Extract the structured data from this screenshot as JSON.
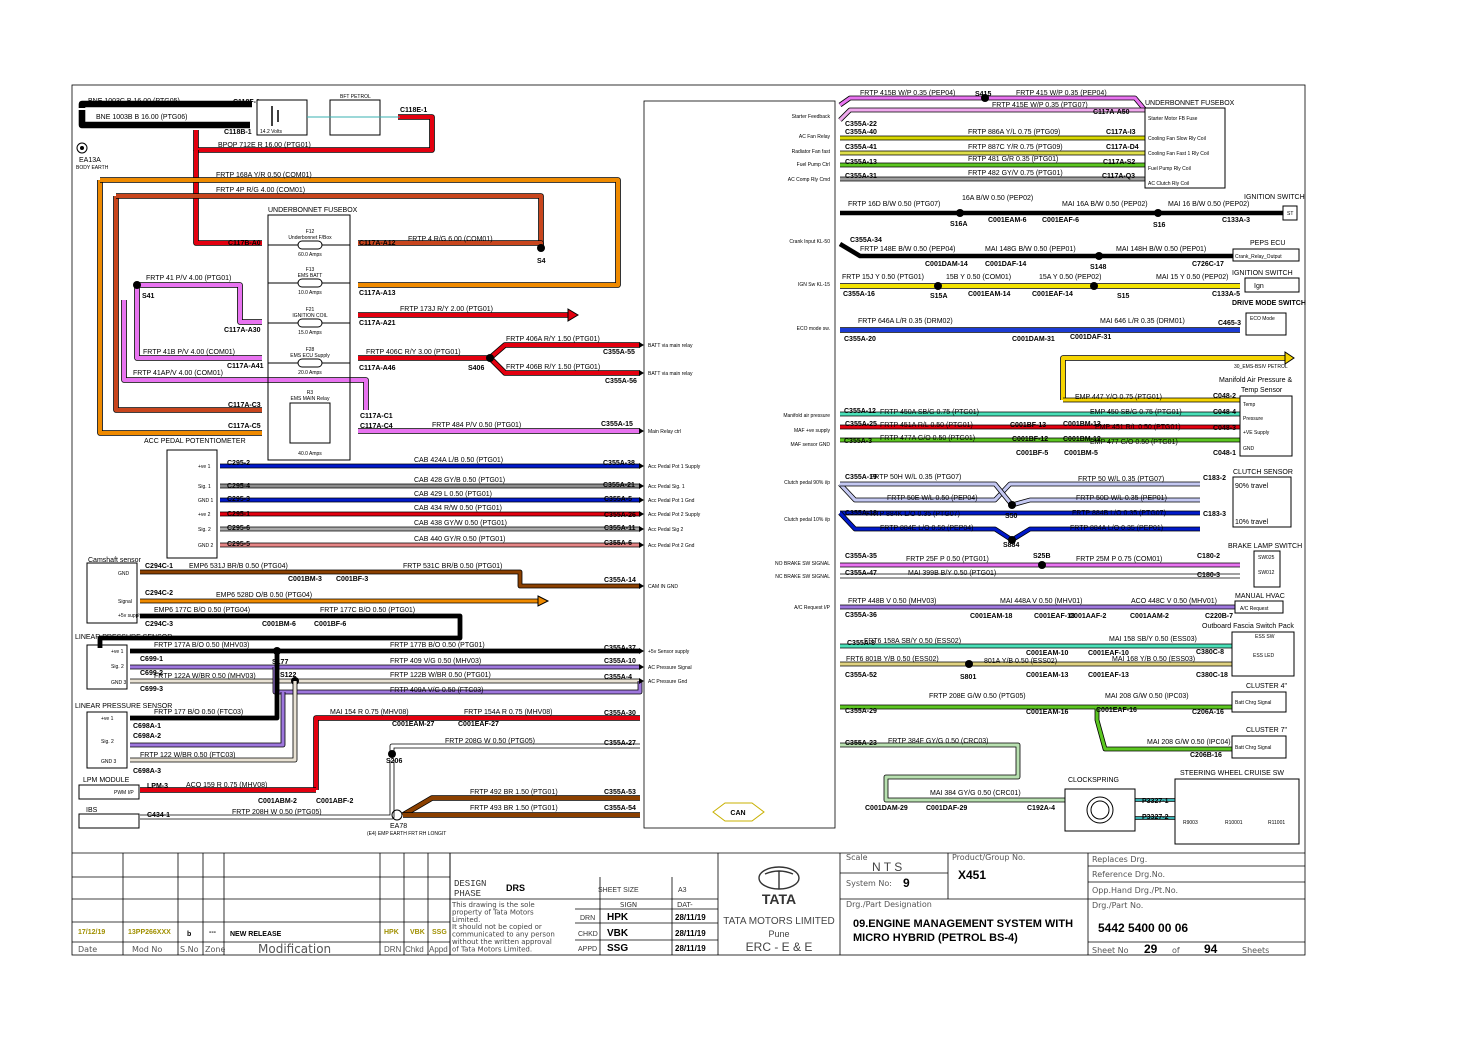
{
  "colors": {
    "red": "#e3000f",
    "black": "#000000",
    "orange": "#ef8a00",
    "yellow": "#f2e200",
    "pink": "#e873f0",
    "green": "#5cc621",
    "blue": "#0019c9",
    "brown": "#8b4000",
    "purple": "#9e77dd",
    "teal": "#49e0b8",
    "white_wire": "#ffffff",
    "grey": "#999999"
  },
  "components": {
    "ea13a": "EA13A",
    "body_earth": "BODY EARTH",
    "battery_volts": "14.2 Volts",
    "bft_petrol": "BFT PETROL",
    "ub_fusebox_left": "UNDERBONNET FUSEBOX",
    "fuses": [
      {
        "id": "F12",
        "desc": "Underbonnet F/Box",
        "amps": "60.0 Amps"
      },
      {
        "id": "F13",
        "desc": "EMS BATT",
        "amps": "10.0 Amps"
      },
      {
        "id": "F21",
        "desc": "IGNITION COIL",
        "amps": "15.0 Amps"
      },
      {
        "id": "F28",
        "desc": "EMS ECU Supply",
        "amps": "20.0 Amps"
      }
    ],
    "relay_r3": "R3",
    "relay_r3_desc": "EMS MAIN Relay",
    "relay_r3_amps": "40.0 Amps",
    "acc_pedal": "ACC PEDAL POTENTIOMETER",
    "acc_pins": [
      "+ve 1",
      "Sig. 1",
      "GND 1",
      "+ve 2",
      "Sig. 2",
      "GND 2"
    ],
    "camshaft": "Camshaft sensor",
    "cam_pins": [
      "GND",
      "Signal",
      "+5v supply"
    ],
    "lin_press_1": "LINEAR PRESSURE SENSOR",
    "lin_press_1_pins": [
      "+ve 1",
      "Sig. 2",
      "GND 3"
    ],
    "lin_press_2": "LINEAR PRESSURE SENSOR",
    "lin_press_2_pins": [
      "+ve 1",
      "Sig. 2",
      "GND 3"
    ],
    "lpm": "LPM MODULE",
    "lpm_pin": "PWM I/P",
    "ibs": "IBS",
    "ea78": "EA78",
    "ea78_desc": "(E4) EMP EARTH FRT RH LONGIT",
    "can": "CAN",
    "ub_fusebox_right": "UNDERBONNET FUSEBOX",
    "ub_right_pins": [
      "Starter Motor FB Fuse",
      "Cooling Fan Slow Rly Coil",
      "Cooling Fan Fast 1 Rly Coil",
      "Fuel Pump Rly Coil",
      "AC Clutch Rly Coil"
    ],
    "ign_switch_1": "IGNITION SWITCH",
    "ign_st": "ST",
    "peps": "PEPS ECU",
    "peps_pin": "Crank_Relay_Output",
    "ign_switch_2": "IGNITION SWITCH",
    "ign_pin": "Ign",
    "drive_mode": "DRIVE MODE SWITCH",
    "eco_mode": "ECO Mode",
    "map_sensor": "Manifold Air Pressure & Temp Sensor",
    "map_pins": [
      "Temp",
      "Pressure",
      "+VE Supply",
      "GND"
    ],
    "clutch_sensor": "CLUTCH SENSOR",
    "clutch_90": "90% travel",
    "clutch_10": "10% travel",
    "brake_switch": "BRAKE LAMP SWITCH",
    "brake_sw1": "SW025",
    "brake_sw2": "SW012",
    "hvac": "MANUAL HVAC",
    "hvac_pin": "A/C Request",
    "fascia": "Outboard Fascia Switch Pack",
    "fascia_pin1": "ESS SW",
    "fascia_pin2": "ESS LED",
    "cluster_1": "CLUSTER 4\"",
    "cluster_1_pin": "Batt Chrg Signal",
    "cluster_2": "CLUSTER 7\"",
    "cluster_2_pin": "Batt Chrg Signal",
    "clockspring": "CLOCKSPRING",
    "steering_sw": "STEERING WHEEL CRUISE SW",
    "steering_res": [
      "R9003",
      "R10001",
      "R11001"
    ]
  },
  "ecu_left_pins": [
    "BATT via main relay",
    "BATT via main relay",
    "Main Relay ctrl",
    "Acc Pedal Pot 1 Supply",
    "Acc Pedal Sig. 1",
    "Acc Pedal Pot 1 Gnd",
    "Acc Pedal Pot 2 Supply",
    "Acc Pedal Sig 2",
    "Acc Pedal Pot 2 Gnd",
    "CAM IN GND",
    "+5v Sensor supply",
    "AC Pressure Signal",
    "AC Pressure Gnd"
  ],
  "ecu_right_pins": [
    "Starter Feedback",
    "AC Fan Relay",
    "Radiator Fan fast",
    "Fuel Pump Ctrl",
    "AC Comp Rly Cmd",
    "Crank Input KL-50",
    "IGN Sw KL-15",
    "ECO mode sw.",
    "Manifold air pressure",
    "MAF +ve supply",
    "MAF sensor GND",
    "Clutch pedal 90% i/p",
    "Clutch pedal 10% i/p",
    "NO BRAKE SW SIGNAL",
    "NC BRAKE SW SIGNAL",
    "A/C Request I/P"
  ],
  "wires": [
    {
      "t": "BNE  1003C  B  16.00  (PTG05)"
    },
    {
      "t": "BNE  1003B  B  16.00  (PTG06)"
    },
    {
      "t": "BPOP  712E  R  16.00  (PTG01)"
    },
    {
      "t": "FRTP  168A  Y/R  0.50  (COM01)"
    },
    {
      "t": "FRTP  4P  R/G  4.00  (COM01)"
    },
    {
      "t": "FRTP  4  R/G  6.00  (COM01)"
    },
    {
      "t": "FRTP  41  P/V  4.00  (PTG01)"
    },
    {
      "t": "FRTP  173J  R/Y  2.00  (PTG01)"
    },
    {
      "t": "FRTP  41B  P/V  4.00  (COM01)"
    },
    {
      "t": "FRTP  41AP/V  4.00  (COM01)"
    },
    {
      "t": "FRTP  406C  R/Y  3.00  (PTG01)"
    },
    {
      "t": "FRTP  406A  R/Y  1.50  (PTG01)"
    },
    {
      "t": "FRTP  406B  R/Y  1.50  (PTG01)"
    },
    {
      "t": "FRTP  484  P/V  0.50  (PTG01)"
    },
    {
      "t": "CAB  424A  L/B  0.50  (PTG01)"
    },
    {
      "t": "CAB  428  GY/B  0.50  (PTG01)"
    },
    {
      "t": "CAB  429  L  0.50  (PTG01)"
    },
    {
      "t": "CAB  434  R/W  0.50  (PTG01)"
    },
    {
      "t": "CAB  438  GY/W  0.50  (PTG01)"
    },
    {
      "t": "CAB  440  GY/R  0.50  (PTG01)"
    },
    {
      "t": "EMP6  531J  BR/B  0.50  (PTG04)"
    },
    {
      "t": "FRTP  531C  BR/B  0.50  (PTG01)"
    },
    {
      "t": "EMP6  528D  O/B  0.50  (PTG04)"
    },
    {
      "t": "EMP6  177C  B/O  0.50  (PTG04)"
    },
    {
      "t": "FRTP  177C  B/O  0.50  (PTG01)"
    },
    {
      "t": "FRTP  177A  B/O  0.50  (MHV03)"
    },
    {
      "t": "FRTP  177B  B/O  0.50  (PTG01)"
    },
    {
      "t": "FRTP  409  V/G  0.50  (MHV03)"
    },
    {
      "t": "FRTP  122A  W/BR  0.50  (MHV03)"
    },
    {
      "t": "FRTP  122B  W/BR  0.50  (PTG01)"
    },
    {
      "t": "FRTP  409A  V/G  0.50  (FTC03)"
    },
    {
      "t": "FRTP  177  B/O  0.50  (FTC03)"
    },
    {
      "t": "MAI  154  R  0.75  (MHV08)"
    },
    {
      "t": "FRTP  154A  R  0.75  (MHV08)"
    },
    {
      "t": "FRTP  122  W/BR  0.50  (FTC03)"
    },
    {
      "t": "FRTP  208G  W  0.50  (PTG05)"
    },
    {
      "t": "ACO  159  R  0.75  (MHV08)"
    },
    {
      "t": "FRTP  208H  W  0.50  (PTG05)"
    },
    {
      "t": "FRTP  492  BR  1.50  (PTG01)"
    },
    {
      "t": "FRTP  493  BR  1.50  (PTG01)"
    },
    {
      "t": "FRTP  415B  W/P  0.35  (PEP04)"
    },
    {
      "t": "FRTP  415  W/P  0.35  (PEP04)"
    },
    {
      "t": "FRTP  415E  W/P  0.35  (PTG07)"
    },
    {
      "t": "FRTP  886A  Y/L  0.75  (PTG09)"
    },
    {
      "t": "FRTP  887C  Y/R  0.75  (PTG09)"
    },
    {
      "t": "FRTP  481  G/R  0.35  (PTG01)"
    },
    {
      "t": "FRTP  482  GY/V  0.75  (PTG01)"
    },
    {
      "t": "FRTP  16D  B/W  0.50  (PTG07)"
    },
    {
      "t": "16A  B/W  0.50  (PEP02)"
    },
    {
      "t": "MAI  16A  B/W  0.50  (PEP02)"
    },
    {
      "t": "MAI  16  B/W  0.50  (PEP02)"
    },
    {
      "t": "FRTP  148E  B/W  0.50  (PEP04)"
    },
    {
      "t": "MAI  148G  B/W  0.50  (PEP01)"
    },
    {
      "t": "MAI  148H  B/W  0.50  (PEP01)"
    },
    {
      "t": "FRTP  15J  Y  0.50  (PTG01)"
    },
    {
      "t": "15B  Y  0.50  (COM01)"
    },
    {
      "t": "15A  Y  0.50  (PEP02)"
    },
    {
      "t": "MAI  15  Y  0.50  (PEP02)"
    },
    {
      "t": "FRTP  646A  L/R  0.35  (DRM02)"
    },
    {
      "t": "MAI  646  L/R  0.35  (DRM01)"
    },
    {
      "t": "EMP  447  Y/O  0.75  (PTG01)"
    },
    {
      "t": "FRTP  450A  SB/G  0.75  (PTG01)"
    },
    {
      "t": "EMP  450  SB/G  0.75  (PTG01)"
    },
    {
      "t": "FRTP  451A  R/L  0.50  (PTG01)"
    },
    {
      "t": "EMP  451  R/L  0.50  (PTG01)"
    },
    {
      "t": "FRTP  477A  G/O  0.50  (PTG01)"
    },
    {
      "t": "EMP  477  G/O  0.50  (PTG01)"
    },
    {
      "t": "FRTP  50H  W/L  0.35  (PTG07)"
    },
    {
      "t": "FRTP  50  W/L  0.35  (PTG07)"
    },
    {
      "t": "FRTP  50E  W/L  0.50  (PEP04)"
    },
    {
      "t": "FRTP  50D  W/L  0.35  (PEP01)"
    },
    {
      "t": "FRTP  884K  L/O  0.35  (PTG07)"
    },
    {
      "t": "FRTP  884B  L/O  0.35  (PTG07)"
    },
    {
      "t": "FRTP  884E  L/O  0.50  (PEP04)"
    },
    {
      "t": "FRTP  884A  L/O  0.35  (PEP01)"
    },
    {
      "t": "FRTP  25F  P  0.50  (PTG01)"
    },
    {
      "t": "FRTP  25M  P  0.75  (COM01)"
    },
    {
      "t": "MAI  399B  B/Y  0.50  (PTG01)"
    },
    {
      "t": "FRTP  448B  V  0.50  (MHV03)"
    },
    {
      "t": "MAI  448A  V  0.50  (MHV01)"
    },
    {
      "t": "ACO  448C  V  0.50  (MHV01)"
    },
    {
      "t": "FRT6  158A  SB/Y  0.50  (ESS02)"
    },
    {
      "t": "MAI  158  SB/Y  0.50  (ESS03)"
    },
    {
      "t": "FRT6  801B  Y/B  0.50  (ESS02)"
    },
    {
      "t": "801A  Y/B  0.50  (ESS02)"
    },
    {
      "t": "MAI  168  Y/B  0.50  (ESS03)"
    },
    {
      "t": "FRTP  208E  G/W  0.50  (PTG05)"
    },
    {
      "t": "MAI  208  G/W  0.50  (IPC03)"
    },
    {
      "t": "MAI  208  G/W  0.50  (IPC04)"
    },
    {
      "t": "FRTP  384F  GY/G  0.50  (CRC03)"
    },
    {
      "t": "MAI  384  GY/G  0.50  (CRC01)"
    }
  ],
  "connectors": [
    "C118F-1",
    "C118E-1",
    "C118B-1",
    "C117B-A0",
    "C117A-A12",
    "S4",
    "S41",
    "C117A-A13",
    "C117A-A30",
    "C117A-A21",
    "C117A-A41",
    "C117A-A46",
    "S406",
    "C355A-55",
    "C355A-56",
    "C117A-C3",
    "C117A-C1",
    "C117A-C5",
    "C117A-C4",
    "C355A-15",
    "C295-2",
    "C295-4",
    "C295-3",
    "C295-1",
    "C295-6",
    "C295-5",
    "C355A-38",
    "C355A-21",
    "C355A-5",
    "C355A-26",
    "C355A-11",
    "C355A-6",
    "C294C-1",
    "C001BM-3",
    "C001BF-3",
    "C355A-14",
    "C294C-2",
    "C294C-3",
    "C001BM-6",
    "C001BF-6",
    "C699-1",
    "C699-2",
    "C699-3",
    "S177",
    "S122",
    "C355A-37",
    "C355A-10",
    "C355A-4",
    "C698A-1",
    "C698A-2",
    "C698A-3",
    "C001EAM-27",
    "C001EAF-27",
    "C355A-30",
    "S206",
    "C355A-27",
    "LPM-3",
    "C001ABM-2",
    "C001ABF-2",
    "C434-1",
    "C355A-53",
    "C355A-54",
    "S415",
    "C355A-22",
    "C355A-40",
    "C355A-41",
    "C355A-13",
    "C355A-31",
    "C117A-A50",
    "C117A-I3",
    "C117A-D4",
    "C117A-S2",
    "C117A-Q3",
    "S16A",
    "C001EAM-6",
    "C001EAF-6",
    "S16",
    "C133A-3",
    "C355A-34",
    "C001DAM-14",
    "C001DAF-14",
    "S148",
    "C726C-17",
    "C355A-16",
    "S15A",
    "C001EAM-14",
    "C001EAF-14",
    "S15",
    "C133A-5",
    "C355A-20",
    "C001DAM-31",
    "C001DAF-31",
    "C465-3",
    "C048-2",
    "C355A-12",
    "C001BF-13",
    "C001BM-13",
    "C048-4",
    "C355A-25",
    "C048-3",
    "C355A-3",
    "C001BF-12",
    "C001BM-12",
    "C001BF-5",
    "C001BM-5",
    "C048-1",
    "C355A-19",
    "C183-2",
    "S50",
    "C355A-18",
    "C183-3",
    "S884",
    "C355A-35",
    "S25B",
    "C180-2",
    "C355A-47",
    "C180-3",
    "C355A-36",
    "C001EAM-18",
    "C001EAF-18",
    "C001AAF-2",
    "C001AAM-2",
    "C220B-7",
    "C355A-8",
    "C001EAM-10",
    "C001EAF-10",
    "C380C-8",
    "C355A-52",
    "S801",
    "C001EAM-13",
    "C001EAF-13",
    "C380C-18",
    "C355A-29",
    "C001EAM-16",
    "C001EAF-16",
    "C206A-16",
    "C206B-16",
    "C355A-23",
    "C001DAM-29",
    "C001DAF-29",
    "C192A-4",
    "P3327-1",
    "P3327-2"
  ],
  "misc": {
    "ems_label": "30_EMS-BSIV PETROL"
  },
  "title_block": {
    "design_phase_label": "DESIGN PHASE",
    "design_phase": "DRS",
    "sheet_size_label": "SHEET SIZE",
    "sheet_size": "A3",
    "sign_label": "SIGN",
    "dat_label": "DAT-",
    "disclaimer": [
      "This drawing is the sole",
      "property of Tata Motors",
      "Limited.",
      "It should not be copied or",
      "communicated to any person",
      "without the written approval",
      "of Tata Motors Limited."
    ],
    "drn_label": "DRN",
    "chkd_label": "CHKD",
    "appd_label": "APPD",
    "drn": "HPK",
    "chkd": "VBK",
    "appd": "SSG",
    "drn_date": "28/11/19",
    "chkd_date": "28/11/19",
    "appd_date": "28/11/19",
    "rev_date": "17/12/19",
    "rev_mod": "13PP266XXX",
    "rev_sno": "b",
    "rev_zone": "---",
    "rev_desc": "NEW RELEASE",
    "rev_drn": "HPK",
    "rev_chkd": "VBK",
    "rev_appd": "SSG",
    "col_date": "Date",
    "col_mod": "Mod No",
    "col_sno": "S.No",
    "col_zone": "Zone",
    "col_modification": "Modification",
    "col_drn": "DRN",
    "col_chkd": "Chkd",
    "col_appd": "Appd",
    "company_tata": "TATA",
    "company": "TATA MOTORS LIMITED",
    "city": "Pune",
    "dept": "ERC - E & E",
    "scale_label": "Scale",
    "scale": "N T S",
    "system_no_label": "System No:",
    "system_no": "9",
    "product_label": "Product/Group No.",
    "product": "X451",
    "designation_label": "Drg./Part Designation",
    "designation_1": "09.ENGINE MANAGEMENT SYSTEM WITH",
    "designation_2": "MICRO HYBRID (PETROL BS-4)",
    "replaces": "Replaces Drg.",
    "reference": "Reference Drg.No.",
    "opp_hand": "Opp.Hand Drg./Pt.No.",
    "part_no_label": "Drg./Part No.",
    "part_no": "5442 5400 00 06",
    "sheet_no_label": "Sheet No",
    "sheet_no": "29",
    "of_label": "of",
    "sheet_total": "94",
    "sheets_label": "Sheets"
  }
}
